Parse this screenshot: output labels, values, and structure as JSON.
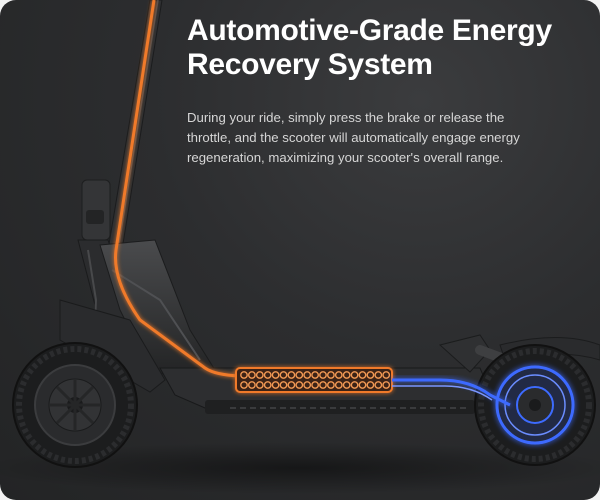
{
  "headline": {
    "line1": "Automotive-Grade Energy",
    "line2": "Recovery System"
  },
  "description": "During your ride, simply press the brake or release the throttle, and the scooter will automatically engage energy regeneration, maximizing your scooter's overall range.",
  "illustration": {
    "subject": "electric scooter side view",
    "power_path_color": "#f07a2a",
    "regen_path_color": "#3d6bff",
    "battery_cell_color": "#f08a3c"
  }
}
